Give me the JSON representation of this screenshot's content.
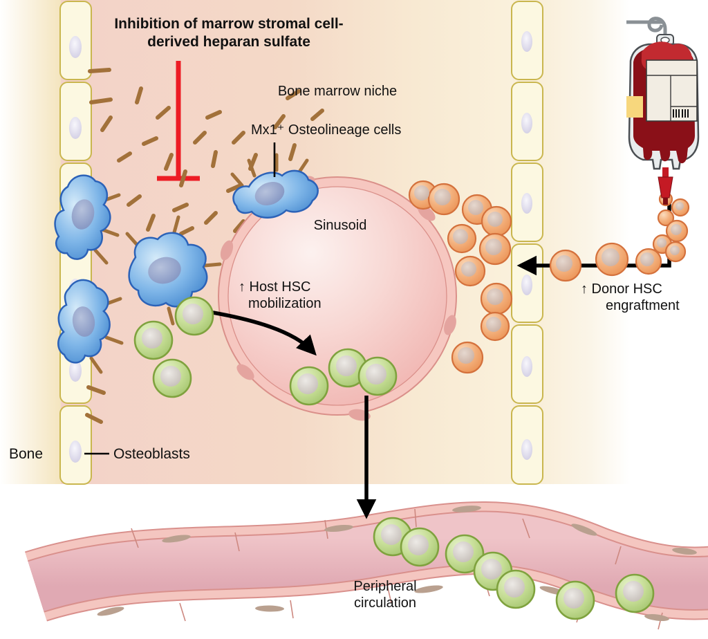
{
  "diagram": {
    "title": "Inhibition of marrow stromal cell-derived heparan sulfate",
    "labels": {
      "bone_marrow_niche": "Bone marrow niche",
      "mx1_osteolineage": "Mx1⁺ Osteolineage cells",
      "sinusoid": "Sinusoid",
      "host_hsc_line1": "↑ Host HSC",
      "host_hsc_line2": "mobilization",
      "donor_hsc_line1": "↑ Donor HSC",
      "donor_hsc_line2": "engraftment",
      "bone": "Bone",
      "osteoblasts": "Osteoblasts",
      "peripheral_line1": "Peripheral",
      "peripheral_line2": "circulation"
    },
    "entities": {
      "host_hsc": {
        "color": "#A8C873",
        "count_in_niche": 6,
        "count_in_peripheral_vessel": 7
      },
      "donor_hsc": {
        "color": "#EC9558",
        "count": 19
      },
      "mx1_osteolineage_cells": {
        "color": "#3F83CC",
        "count": 4
      },
      "osteoblasts": {
        "fill": "#FCF8E1",
        "border": "#C9B64E",
        "left_column_cells": 6,
        "right_column_cells": 6
      },
      "heparan_sulfate_fragments": {
        "color": "#A2713A"
      },
      "inhibition_bar": {
        "color": "#ED1C24"
      },
      "sinusoid": {
        "wall": "#F6C7C0",
        "lumen": "#F6CDC9"
      },
      "peripheral_vessel": {
        "wall": "#F4C6C0",
        "lumen": "#E6B2BB"
      },
      "blood_bag": {
        "blood": "#8A1018",
        "label_sticker": "#F7D77D"
      },
      "arrows": {
        "color": "#000000"
      }
    },
    "icons": {
      "blood_bag": "blood-bag-icon"
    }
  }
}
